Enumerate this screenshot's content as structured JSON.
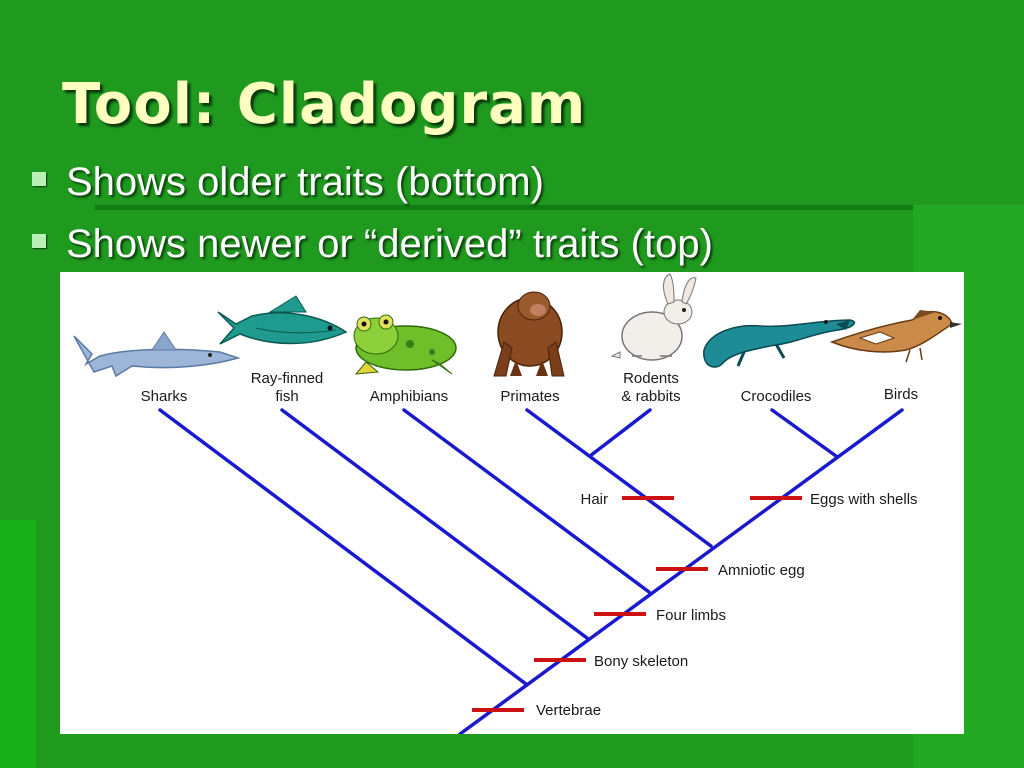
{
  "slide": {
    "title": "Tool:  Cladogram",
    "bullets": [
      "Shows older traits (bottom)",
      "Shows newer or “derived” traits (top)"
    ]
  },
  "colors": {
    "background": "#1f9a1f",
    "title_text": "#ffffc0",
    "branch": "#1a1acc",
    "trait_marker": "#cc1111"
  },
  "cladogram": {
    "taxa": [
      {
        "name": "sharks",
        "lines": [
          "Sharks"
        ],
        "icon": "shark-icon"
      },
      {
        "name": "ray-finned-fish",
        "lines": [
          "Ray-finned",
          "fish"
        ],
        "icon": "fish-icon"
      },
      {
        "name": "amphibians",
        "lines": [
          "Amphibians"
        ],
        "icon": "frog-icon"
      },
      {
        "name": "primates",
        "lines": [
          "Primates"
        ],
        "icon": "ape-icon"
      },
      {
        "name": "rodents-rabbits",
        "lines": [
          "Rodents",
          "& rabbits"
        ],
        "icon": "rabbit-icon"
      },
      {
        "name": "crocodiles",
        "lines": [
          "Crocodiles"
        ],
        "icon": "crocodile-icon"
      },
      {
        "name": "birds",
        "lines": [
          "Birds"
        ],
        "icon": "bird-icon"
      }
    ],
    "traits": [
      {
        "name": "hair",
        "label": "Hair"
      },
      {
        "name": "eggs-with-shells",
        "label": "Eggs with shells"
      },
      {
        "name": "amniotic-egg",
        "label": "Amniotic egg"
      },
      {
        "name": "four-limbs",
        "label": "Four limbs"
      },
      {
        "name": "bony-skeleton",
        "label": "Bony skeleton"
      },
      {
        "name": "vertebrae",
        "label": "Vertebrae"
      }
    ]
  }
}
